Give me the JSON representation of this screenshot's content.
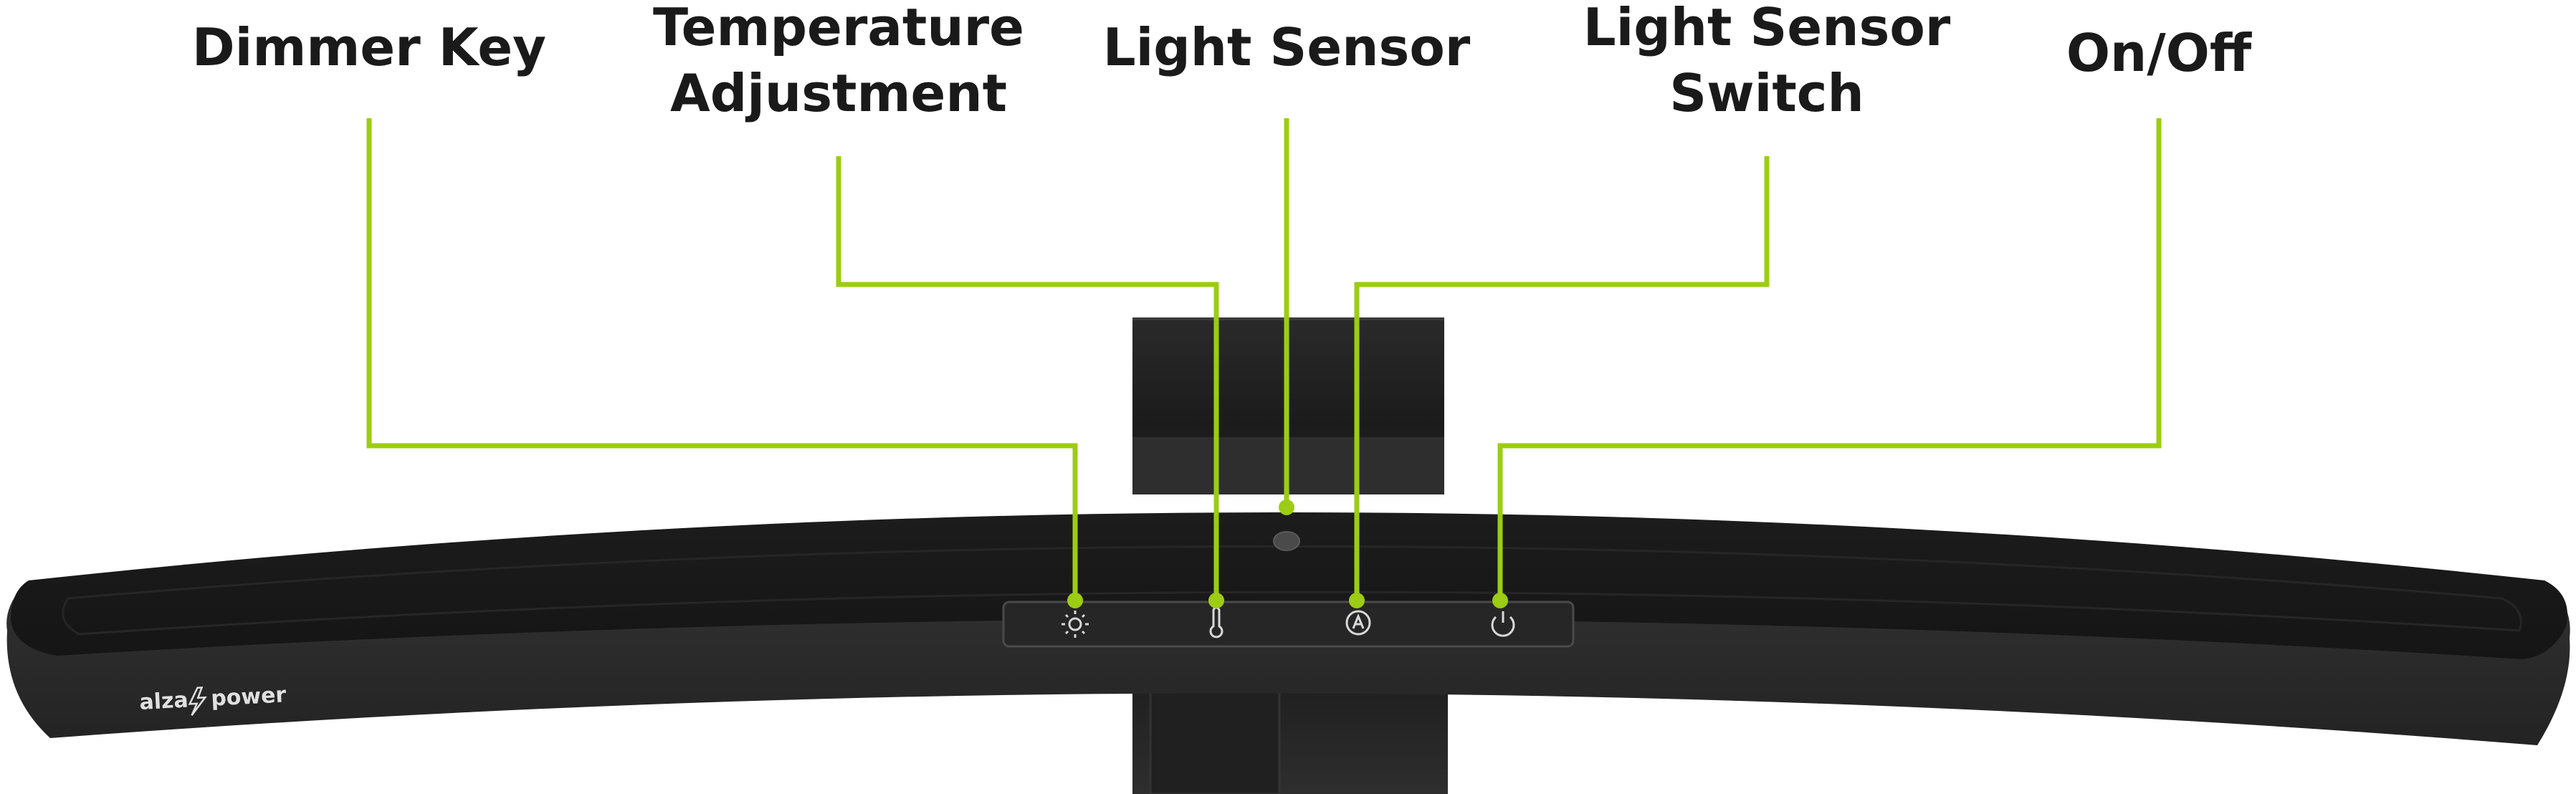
{
  "callouts": [
    {
      "id": "dimmer-key",
      "lines": [
        "Dimmer Key"
      ]
    },
    {
      "id": "temperature-adjustment",
      "lines": [
        "Temperature",
        "Adjustment"
      ]
    },
    {
      "id": "light-sensor",
      "lines": [
        "Light Sensor"
      ]
    },
    {
      "id": "light-sensor-switch",
      "lines": [
        "Light Sensor",
        "Switch"
      ]
    },
    {
      "id": "on-off",
      "lines": [
        "On/Off"
      ]
    }
  ],
  "device": {
    "brand_left": "alza",
    "brand_right": "power",
    "buttons": [
      {
        "icon": "sun-icon"
      },
      {
        "icon": "thermometer-icon"
      },
      {
        "icon": "auto-sensor-icon"
      },
      {
        "icon": "power-icon"
      }
    ]
  },
  "colors": {
    "callout_line": "#9ccc13",
    "device_body": "#2b2b2b",
    "device_top": "#1e1e1e",
    "text": "#1a1a1a"
  }
}
